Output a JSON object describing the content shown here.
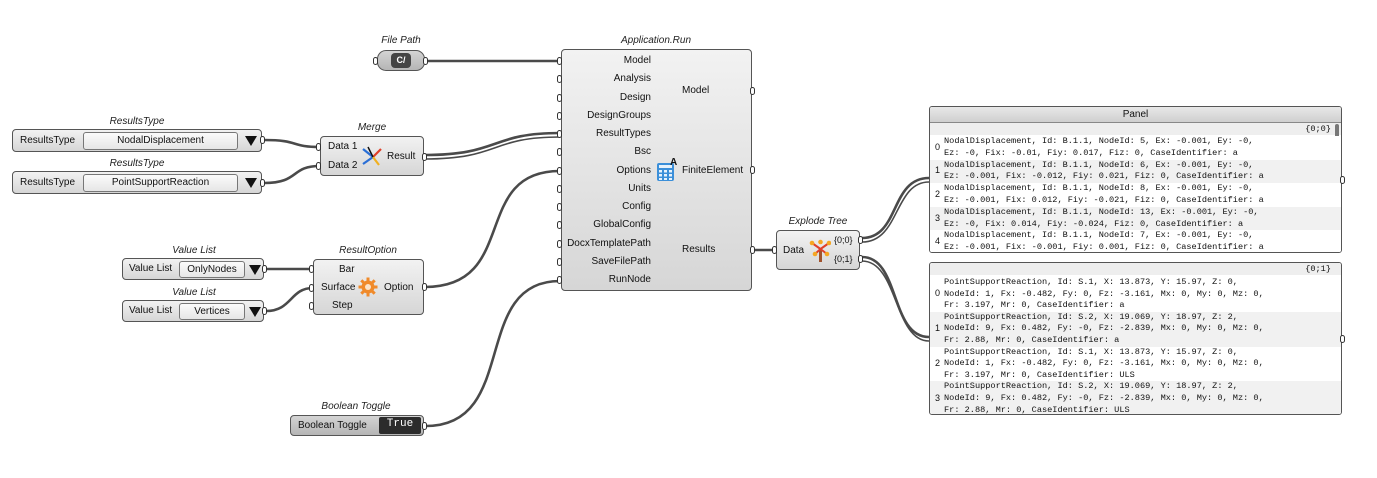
{
  "canvas": {
    "wire_color": "#4a4a4a",
    "component_fill": "#dcdcdc"
  },
  "file_path": {
    "title": "File Path",
    "icon_text": "C/",
    "icon": "file-path-icon"
  },
  "results_type_1": {
    "title": "ResultsType",
    "label": "ResultsType",
    "value": "NodalDisplacement"
  },
  "results_type_2": {
    "title": "ResultsType",
    "label": "ResultsType",
    "value": "PointSupportReaction"
  },
  "merge": {
    "title": "Merge",
    "inputs": [
      "Data 1",
      "Data 2"
    ],
    "output": "Result",
    "icon": "merge-icon"
  },
  "value_list_1": {
    "title": "Value List",
    "label": "Value List",
    "value": "OnlyNodes"
  },
  "value_list_2": {
    "title": "Value List",
    "label": "Value List",
    "value": "Vertices"
  },
  "result_option": {
    "title": "ResultOption",
    "inputs": [
      "Bar",
      "Surface",
      "Step"
    ],
    "output": "Option",
    "icon": "gear-icon"
  },
  "boolean_toggle": {
    "title": "Boolean Toggle",
    "label": "Boolean Toggle",
    "value": "True"
  },
  "application_run": {
    "title": "Application.Run",
    "inputs": [
      "Model",
      "Analysis",
      "Design",
      "DesignGroups",
      "ResultTypes",
      "Bsc",
      "Options",
      "Units",
      "Config",
      "GlobalConfig",
      "DocxTemplatePath",
      "SaveFilePath",
      "RunNode"
    ],
    "outputs": [
      "Model",
      "FiniteElement",
      "Results"
    ],
    "icon": "calculator-icon",
    "icon_badge": "A"
  },
  "explode_tree": {
    "title": "Explode Tree",
    "input": "Data",
    "outputs": [
      "{0;0}",
      "{0;1}"
    ],
    "icon": "tree-icon"
  },
  "panel_1": {
    "title": "Panel",
    "path": "{0;0}",
    "rows": [
      {
        "index": "0",
        "lines": [
          "NodalDisplacement, Id: B.1.1, NodeId: 5, Ex: -0.001, Ey: -0,",
          "Ez: -0, Fix: -0.01, Fiy: 0.017, Fiz: 0, CaseIdentifier: a"
        ]
      },
      {
        "index": "1",
        "lines": [
          "NodalDisplacement, Id: B.1.1, NodeId: 6, Ex: -0.001, Ey: -0,",
          "Ez: -0.001, Fix: -0.012, Fiy: 0.021, Fiz: 0, CaseIdentifier: a"
        ]
      },
      {
        "index": "2",
        "lines": [
          "NodalDisplacement, Id: B.1.1, NodeId: 8, Ex: -0.001, Ey: -0,",
          "Ez: -0.001, Fix: 0.012, Fiy: -0.021, Fiz: 0, CaseIdentifier: a"
        ]
      },
      {
        "index": "3",
        "lines": [
          "NodalDisplacement, Id: B.1.1, NodeId: 13, Ex: -0.001, Ey: -0,",
          "Ez: -0, Fix: 0.014, Fiy: -0.024, Fiz: 0, CaseIdentifier: a"
        ]
      },
      {
        "index": "4",
        "lines": [
          "NodalDisplacement, Id: B.1.1, NodeId: 7, Ex: -0.001, Ey: -0,",
          "Ez: -0.001, Fix: -0.001, Fiy: 0.001, Fiz: 0, CaseIdentifier: a"
        ]
      }
    ]
  },
  "panel_2": {
    "path": "{0;1}",
    "rows": [
      {
        "index": "0",
        "lines": [
          "PointSupportReaction, Id: S.1, X: 13.873, Y: 15.97, Z: 0,",
          "NodeId: 1, Fx: -0.482, Fy: 0, Fz: -3.161, Mx: 0, My: 0, Mz: 0,",
          "Fr: 3.197, Mr: 0, CaseIdentifier: a"
        ]
      },
      {
        "index": "1",
        "lines": [
          "PointSupportReaction, Id: S.2, X: 19.069, Y: 18.97, Z: 2,",
          "NodeId: 9, Fx: 0.482, Fy: -0, Fz: -2.839, Mx: 0, My: 0, Mz: 0,",
          "Fr: 2.88, Mr: 0, CaseIdentifier: a"
        ]
      },
      {
        "index": "2",
        "lines": [
          "PointSupportReaction, Id: S.1, X: 13.873, Y: 15.97, Z: 0,",
          "NodeId: 1, Fx: -0.482, Fy: 0, Fz: -3.161, Mx: 0, My: 0, Mz: 0,",
          "Fr: 3.197, Mr: 0, CaseIdentifier: ULS"
        ]
      },
      {
        "index": "3",
        "lines": [
          "PointSupportReaction, Id: S.2, X: 19.069, Y: 18.97, Z: 2,",
          "NodeId: 9, Fx: 0.482, Fy: -0, Fz: -2.839, Mx: 0, My: 0, Mz: 0,",
          "Fr: 2.88, Mr: 0, CaseIdentifier: ULS"
        ]
      }
    ]
  }
}
